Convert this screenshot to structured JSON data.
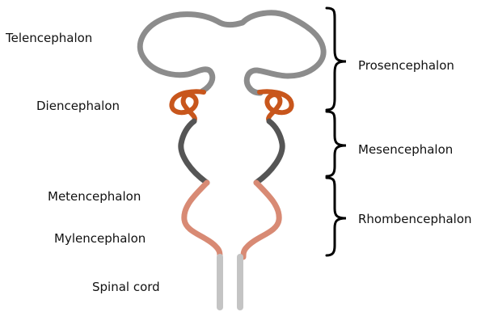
{
  "labels": {
    "telencephalon": "Telencephalon",
    "diencephalon": "Diencephalon",
    "metencephalon": "Metencephalon",
    "mylencephalon": "Mylencephalon",
    "spinal_cord": "Spinal cord"
  },
  "divisions": {
    "prosencephalon": "Prosencephalon",
    "mesencephalon": "Mesencephalon",
    "rhombencephalon": "Rhombencephalon"
  },
  "colors": {
    "telencephalon": "#8c8c8c",
    "diencephalon": "#c8561c",
    "mesencephalon": "#555555",
    "rhombencephalon": "#d88a74",
    "spinal_cord": "#c4c4c4",
    "bracket": "#000000",
    "text": "#111111"
  }
}
